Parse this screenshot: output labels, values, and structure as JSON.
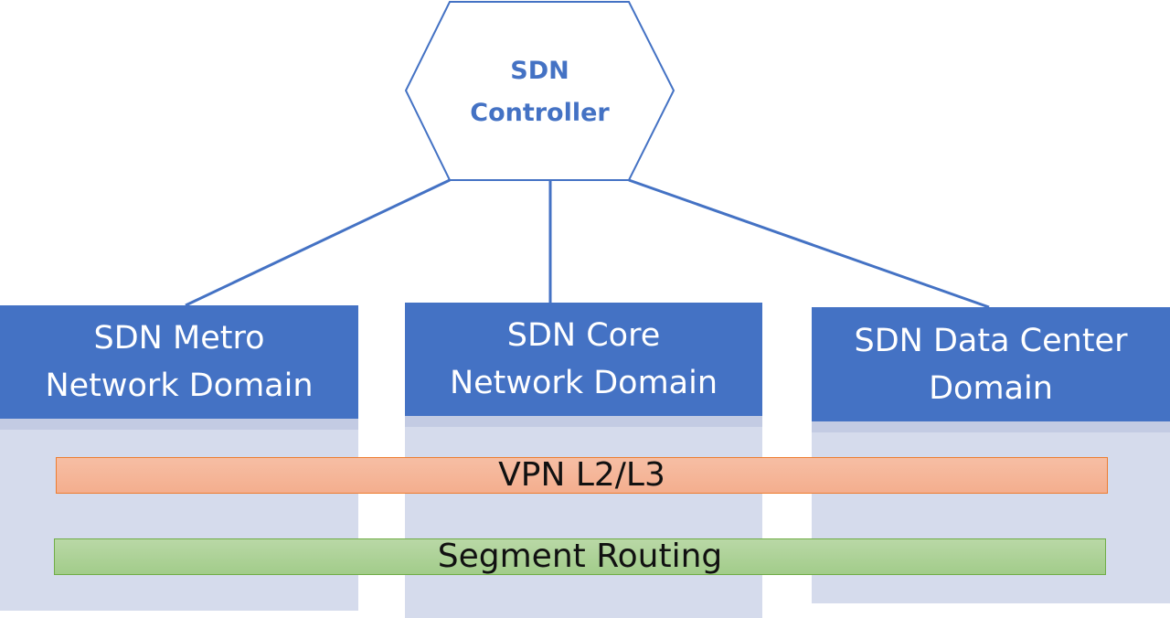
{
  "controller": {
    "line1": "SDN",
    "line2": "Controller"
  },
  "domains": [
    {
      "line1": "SDN Metro",
      "line2": "Network Domain"
    },
    {
      "line1": "SDN Core",
      "line2": "Network Domain"
    },
    {
      "line1": "SDN Data Center",
      "line2": "Domain"
    }
  ],
  "layers": [
    {
      "label": "VPN L2/L3"
    },
    {
      "label": "Segment Routing"
    }
  ],
  "colors": {
    "primary": "#4472c4",
    "domain_body": "#d5dbec",
    "vpn_fill": "#f4b183",
    "vpn_border": "#ed7d31",
    "sr_fill": "#a9d18e",
    "sr_border": "#70ad47"
  }
}
